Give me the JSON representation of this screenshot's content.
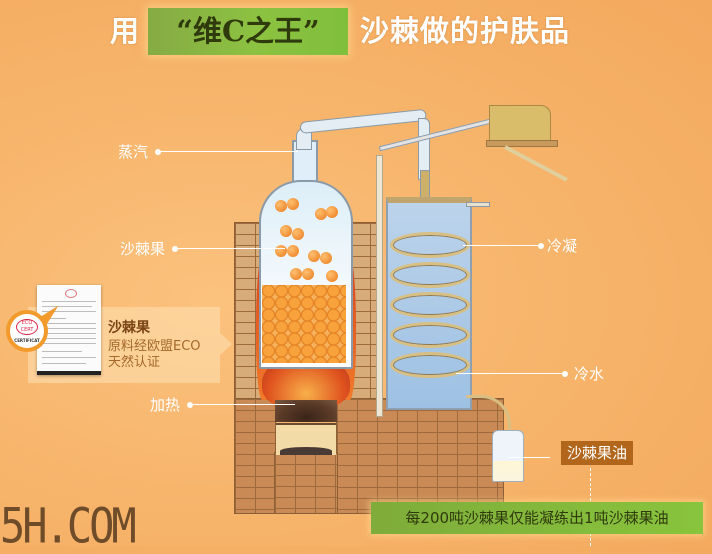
{
  "title": {
    "prefix": "用",
    "highlight": "“维C之王”",
    "suffix": "沙棘做的护肤品"
  },
  "labels": {
    "steam": "蒸汽",
    "berries": "沙棘果",
    "heating": "加热",
    "condense": "冷凝",
    "cold_water": "冷水",
    "oil": "沙棘果油"
  },
  "certificate_callout": {
    "title": "沙棘果",
    "lines": [
      "原料经欧盟ECO",
      "天然认证"
    ],
    "badge_text": "ECO CERT",
    "badge_caption": "CERTIFICAT"
  },
  "footer": {
    "note": "每200吨沙棘果仅能凝练出1吨沙棘果油",
    "watermark": "5H.COM"
  },
  "colors": {
    "background": "#f7b56c",
    "title_highlight": "#8cc241",
    "oil_label_bg": "#b2661b",
    "footer_note_bg": "#82b83b",
    "watermark": "#6e4c2a"
  }
}
